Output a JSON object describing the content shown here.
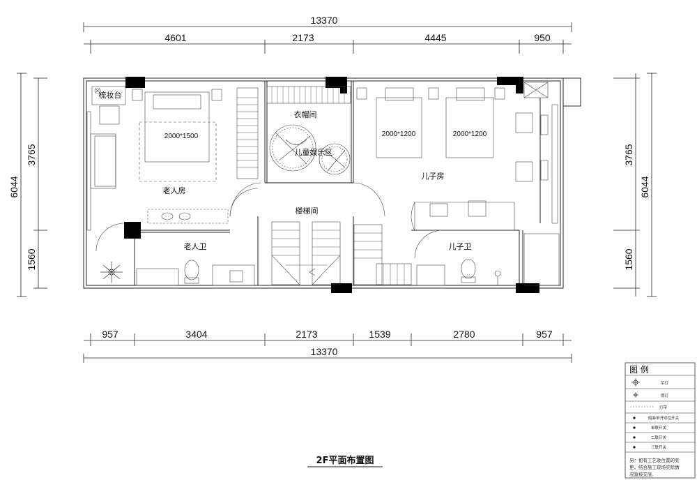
{
  "title": "2F平面布置图",
  "dimensions": {
    "top_total": "13370",
    "top": [
      "4601",
      "2173",
      "4445",
      "950"
    ],
    "bottom": [
      "957",
      "3404",
      "2173",
      "1539",
      "2780",
      "957"
    ],
    "bottom_total": "13370",
    "left_upper": "3765",
    "left_lower": "1560",
    "left_total": "6044",
    "right_upper": "3765",
    "right_lower": "1560",
    "right_total": "6044"
  },
  "rooms": {
    "vanity": "梳妆台",
    "elder_room": "老人房",
    "elder_bath": "老人卫",
    "cloakroom": "衣帽间",
    "kids_play": "儿童娱乐区",
    "stairs": "楼梯间",
    "son_room": "儿子房",
    "son_bath": "儿子卫"
  },
  "beds": {
    "elder": "2000*1500",
    "son_left": "2000*1200",
    "son_right": "2000*1200"
  },
  "legend": {
    "title": "图  例",
    "items": [
      {
        "icon": "pendant-light-icon",
        "label": "吊灯"
      },
      {
        "icon": "ceiling-light-icon",
        "label": "筒灯"
      },
      {
        "icon": "light-strip-icon",
        "label": "灯带"
      },
      {
        "icon": "single-switch-icon",
        "label": "暗装单开双控开关"
      },
      {
        "icon": "single-gang-switch-icon",
        "label": "单联开关"
      },
      {
        "icon": "double-gang-switch-icon",
        "label": "二联开关"
      },
      {
        "icon": "triple-gang-switch-icon",
        "label": "三联开关"
      }
    ],
    "note": [
      "另：如有工艺及位置的变",
      "更，结合施工现场实际情",
      "况直接交底."
    ]
  }
}
